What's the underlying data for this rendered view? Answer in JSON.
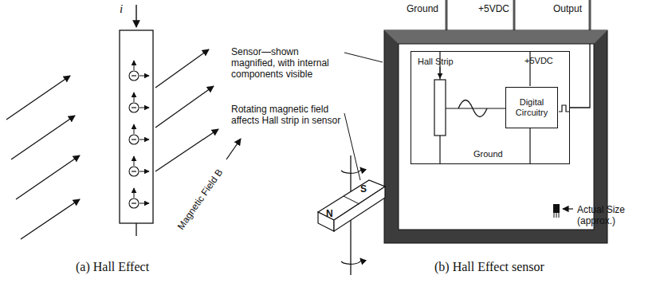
{
  "diagram": {
    "nodes": [
      {
        "text": [
          "Hall Strip",
          "+5VDC",
          "Ground"
        ]
      },
      {
        "text": [
          "Digital Circuitry"
        ],
        "in": 0
      },
      {
        "text": [
          "S",
          "N"
        ]
      }
    ],
    "labels": [
      "i",
      "Magnetic Field B",
      "Ground",
      "+5VDC",
      "Output",
      "Sensor—shown magnified, with internal components visible",
      "Rotating magnetic field affects Hall strip in sensor",
      "Actual Size (approx.)",
      "(a) Hall Effect",
      "(b) Hall Effect sensor"
    ]
  }
}
